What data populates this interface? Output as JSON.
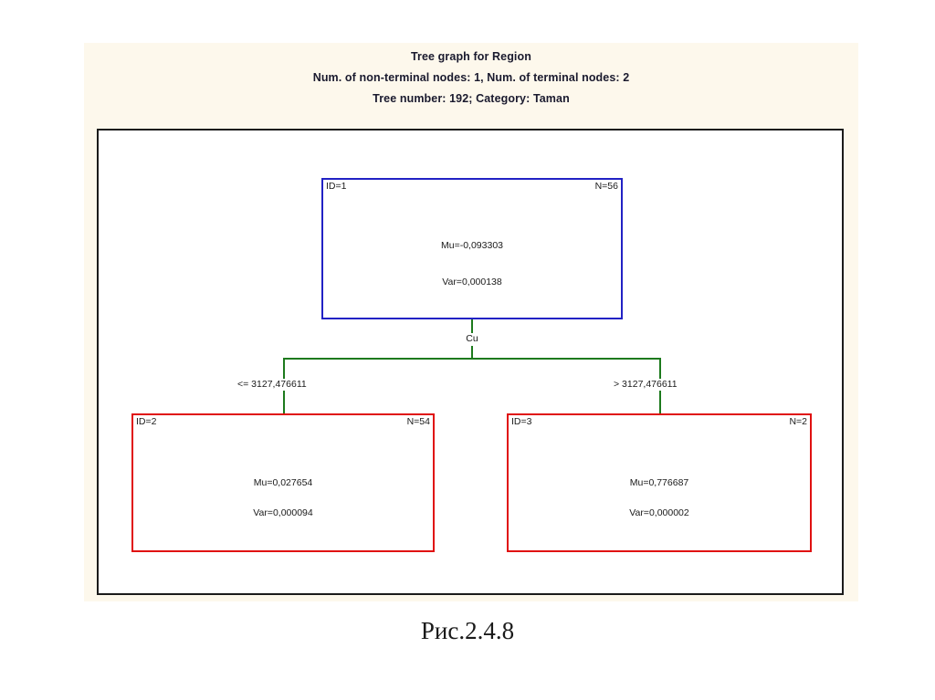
{
  "header": {
    "title": "Tree graph for Region",
    "subtitle": "Num. of non-terminal nodes: 1,  Num. of terminal nodes: 2",
    "tree_info": "Tree number: 192; Category: Taman"
  },
  "caption": "Рис.2.4.8",
  "colors": {
    "page_background": "#ffffff",
    "panel_background": "#fdf8ec",
    "frame_border": "#1b1b1b",
    "root_node_border": "#2222c4",
    "leaf_node_border": "#e01010",
    "connector": "#1d7a1d",
    "text": "#1a1a1a"
  },
  "chart_data": {
    "type": "diagram",
    "title": "Tree graph for Region",
    "subtitle": "Num. of non-terminal nodes: 1,  Num. of terminal nodes: 2",
    "tree_number": "192",
    "category": "Taman",
    "num_non_terminal_nodes": 1,
    "num_terminal_nodes": 2,
    "split_variable": "Cu",
    "split_threshold": "3127,476611",
    "nodes": [
      {
        "id_label": "ID=1",
        "n_label": "N=56",
        "mu_label": "Mu=-0,093303",
        "var_label": "Var=0,000138",
        "id": 1,
        "n": 56,
        "mu": -0.093303,
        "variance": 0.000138,
        "type": "root",
        "border_color": "#2222c4"
      },
      {
        "id_label": "ID=2",
        "n_label": "N=54",
        "mu_label": "Mu=0,027654",
        "var_label": "Var=0,000094",
        "id": 2,
        "n": 54,
        "mu": 0.027654,
        "variance": 9.4e-05,
        "type": "terminal",
        "border_color": "#e01010"
      },
      {
        "id_label": "ID=3",
        "n_label": "N=2",
        "mu_label": "Mu=0,776687",
        "var_label": "Var=0,000002",
        "id": 3,
        "n": 2,
        "mu": 0.776687,
        "variance": 2e-06,
        "type": "terminal",
        "border_color": "#e01010"
      }
    ],
    "edges": [
      {
        "from": 1,
        "to": 2,
        "condition_label": "<= 3127,476611",
        "operator": "<=",
        "value": 3127.476611
      },
      {
        "from": 1,
        "to": 3,
        "condition_label": "> 3127,476611",
        "operator": ">",
        "value": 3127.476611
      }
    ]
  }
}
